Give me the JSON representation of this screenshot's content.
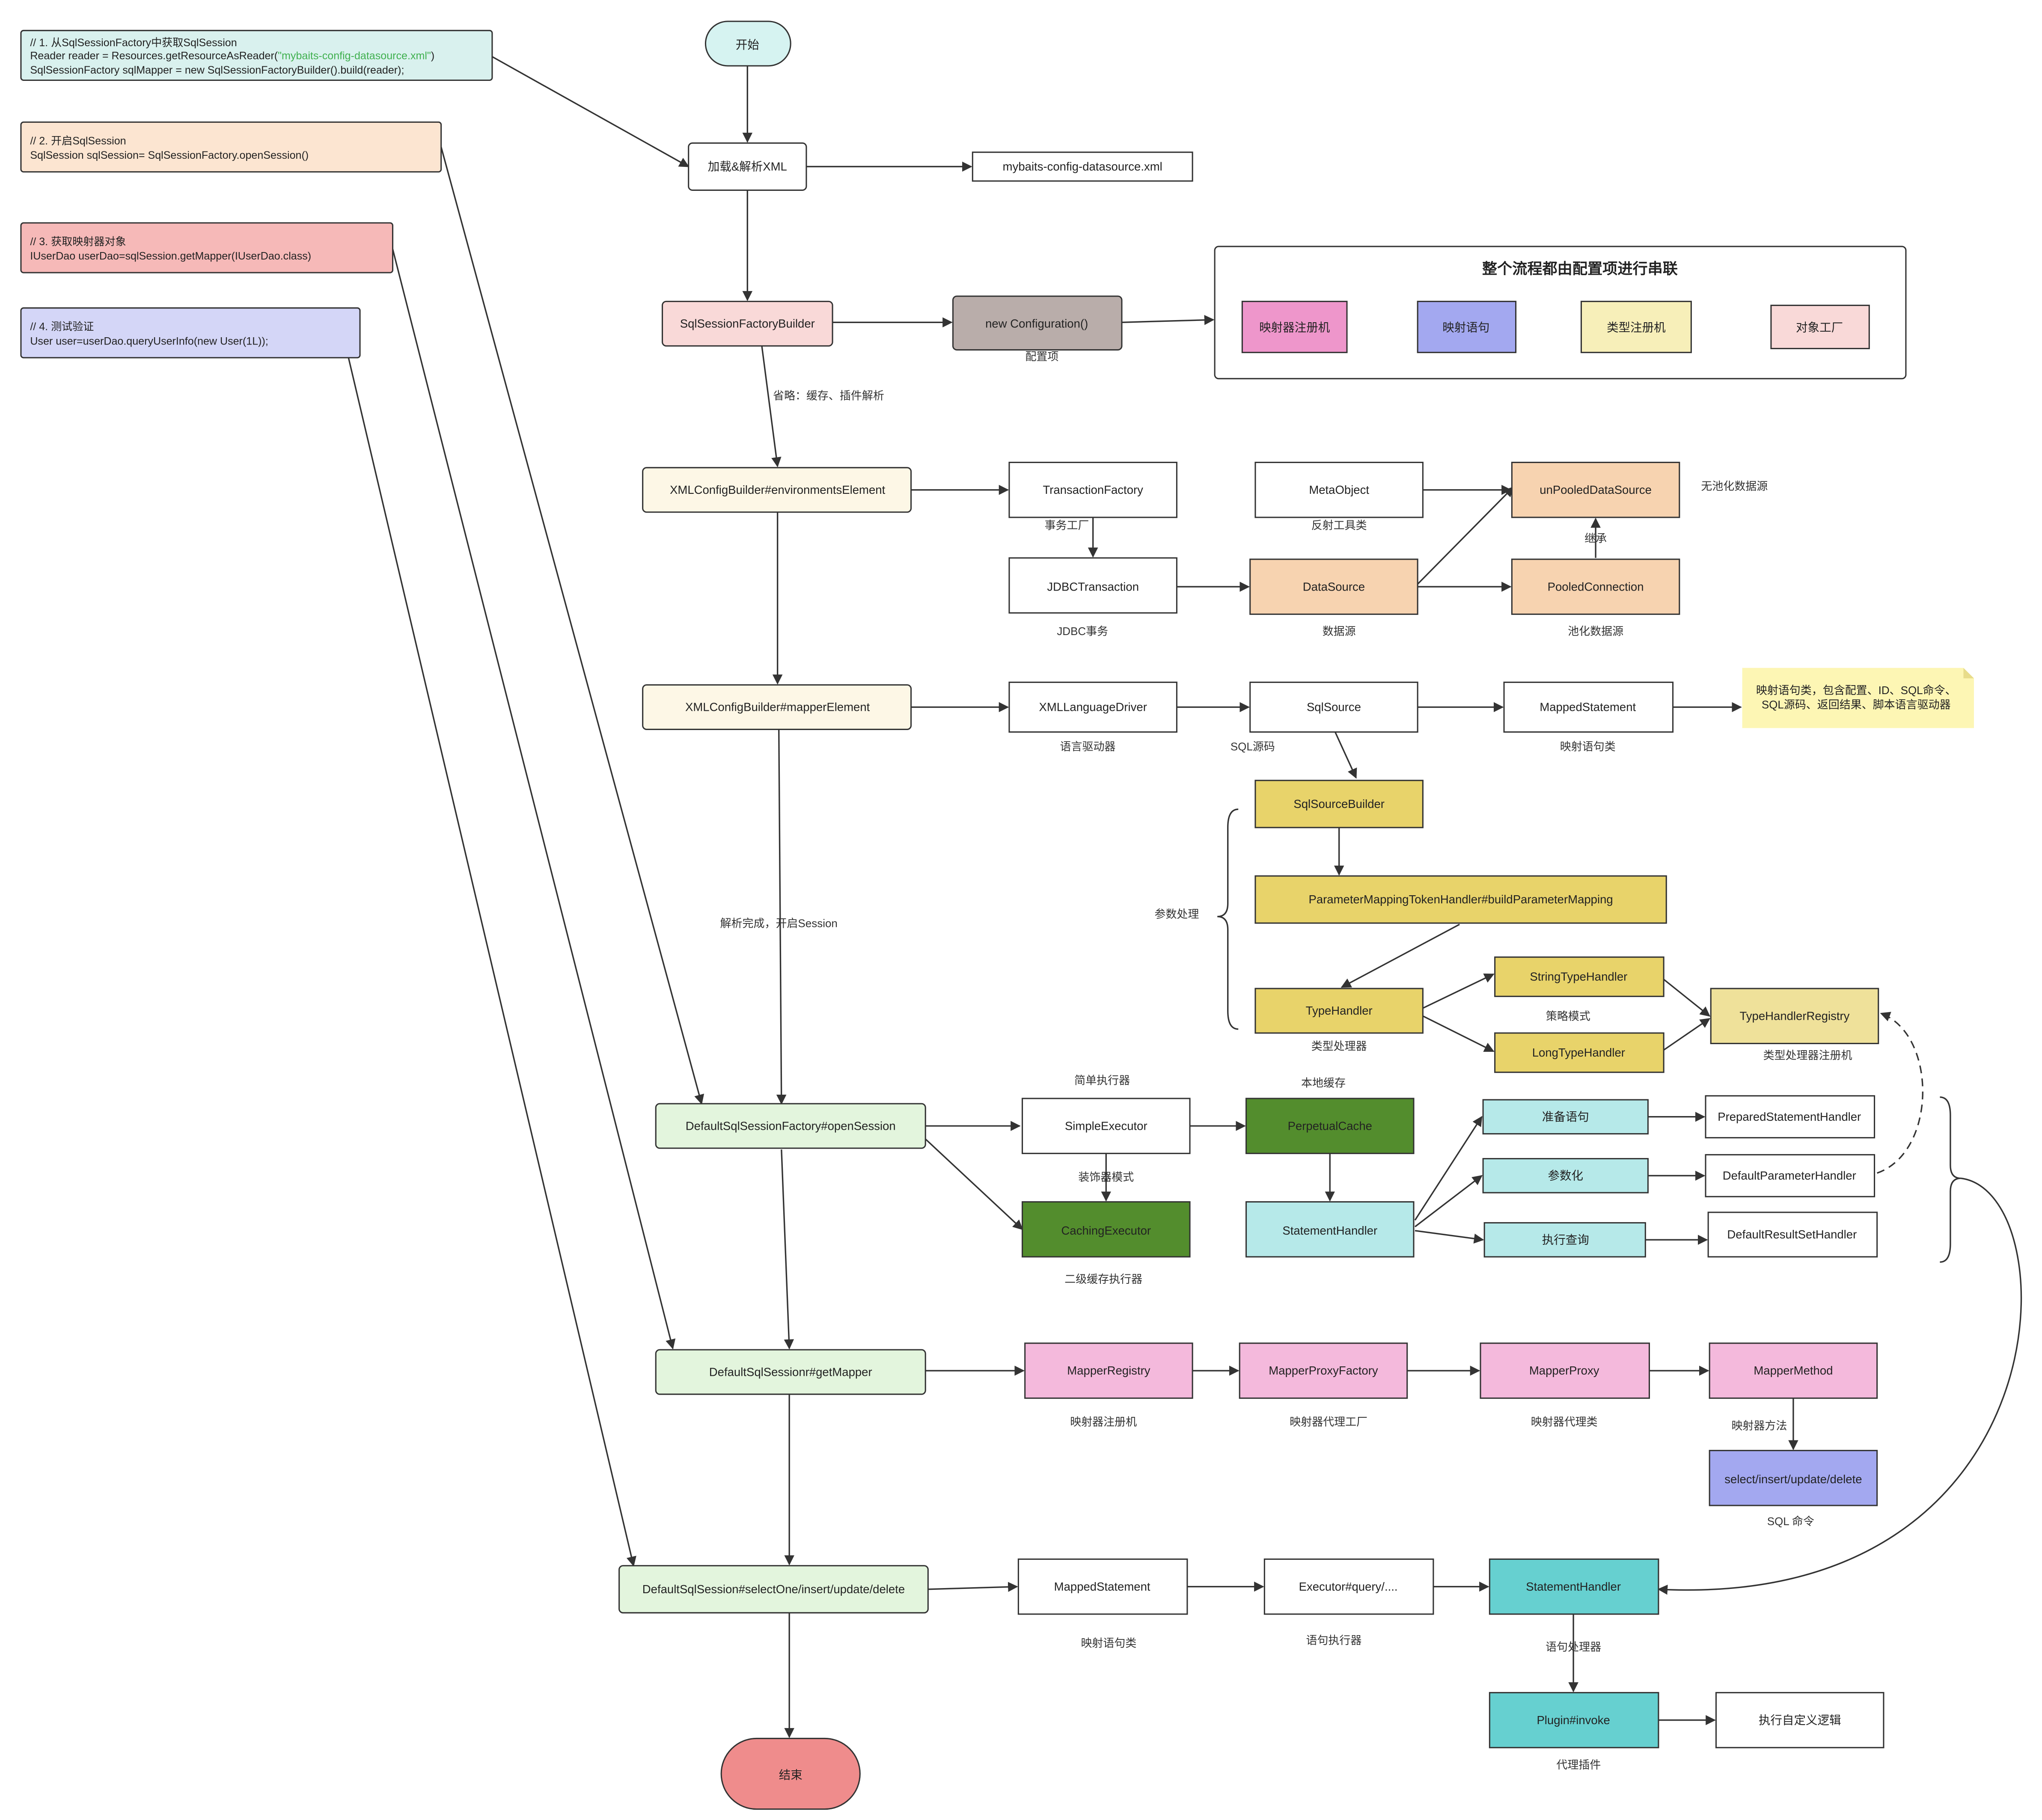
{
  "colors": {
    "line": "#333333",
    "box_border": "#333333",
    "note_yellow": "#fdf6b4",
    "start_fill": "#d6f3f1",
    "end_fill": "#ef8c8c",
    "code1": "#d9f1ee",
    "code2": "#fce5d1",
    "code3": "#f6b9b8",
    "code4": "#d4d6f7",
    "cfg_pink": "#f9d9d8",
    "cfg_gray": "#b9adaa",
    "cream": "#fdf7e6",
    "peach": "#f7d3b0",
    "gold": "#e8d36a",
    "gold_light": "#efe19a",
    "green_light": "#e3f5dd",
    "dark_green": "#538d2d",
    "cyan_light": "#b6e9e9",
    "teal": "#66d0d0",
    "pink": "#f4b9dc",
    "mapper_pink": "#ee96cb",
    "lavender": "#a3a8f0",
    "pale_yellow": "#f7efb9",
    "green_text": "#40b04f"
  },
  "code_blocks": [
    {
      "lines": [
        "// 1. 从SqlSessionFactory中获取SqlSession",
        "Reader reader = Resources.getResourceAsReader(",
        "\"mybaits-config-datasource.xml\"",
        ")",
        "SqlSessionFactory sqlMapper = new SqlSessionFactoryBuilder().build(reader);"
      ]
    },
    {
      "lines": [
        "// 2. 开启SqlSession",
        "SqlSession sqlSession= SqlSessionFactory.openSession()"
      ]
    },
    {
      "lines": [
        "// 3. 获取映射器对象",
        "IUserDao userDao=sqlSession.getMapper(IUserDao.class)"
      ]
    },
    {
      "lines": [
        "// 4. 测试验证",
        "User user=userDao.queryUserInfo(new User(1L));"
      ]
    }
  ],
  "flow": {
    "start": "开始",
    "load_xml": "加载&解析XML",
    "config_file": "mybaits-config-datasource.xml",
    "factory_builder": "SqlSessionFactoryBuilder",
    "new_config": "new Configuration()",
    "config_label": "配置项",
    "omit_label": "省略：缓存、插件解析",
    "env_element": "XMLConfigBuilder#environmentsElement",
    "mapper_element": "XMLConfigBuilder#mapperElement",
    "parse_done": "解析完成，开启Session",
    "open_session": "DefaultSqlSessionFactory#openSession",
    "get_mapper": "DefaultSqlSessionr#getMapper",
    "select_one": "DefaultSqlSession#selectOne/insert/update/delete",
    "end": "结束"
  },
  "config_panel": {
    "title": "整个流程都由配置项进行串联",
    "items": [
      "映射器注册机",
      "映射语句",
      "类型注册机",
      "对象工厂"
    ]
  },
  "env": {
    "transaction_factory": "TransactionFactory",
    "transaction_factory_label": "事务工厂",
    "jdbc_transaction": "JDBCTransaction",
    "jdbc_transaction_label": "JDBC事务",
    "meta_object": "MetaObject",
    "meta_object_label": "反射工具类",
    "datasource": "DataSource",
    "datasource_label": "数据源",
    "unpooled": "unPooledDataSource",
    "unpooled_label": "无池化数据源",
    "pooled": "PooledConnection",
    "pooled_label": "池化数据源",
    "inherit_label": "继承"
  },
  "mapper": {
    "language_driver": "XMLLanguageDriver",
    "language_driver_label": "语言驱动器",
    "sql_source": "SqlSource",
    "sql_source_label": "SQL源码",
    "mapped_statement": "MappedStatement",
    "mapped_statement_label": "映射语句类",
    "note": [
      "映射语句类，包含配置、ID、SQL命令、",
      "SQL源码、返回结果、脚本语言驱动器"
    ],
    "sql_source_builder": "SqlSourceBuilder",
    "param_mapping": "ParameterMappingTokenHandler#buildParameterMapping",
    "param_label": "参数处理",
    "type_handler": "TypeHandler",
    "type_handler_label": "类型处理器",
    "string_handler": "StringTypeHandler",
    "long_handler": "LongTypeHandler",
    "strategy_label": "策略模式",
    "registry": "TypeHandlerRegistry",
    "registry_label": "类型处理器注册机"
  },
  "session": {
    "simple_executor_label": "简单执行器",
    "simple_executor": "SimpleExecutor",
    "decorator_label": "装饰器模式",
    "caching_executor": "CachingExecutor",
    "caching_executor_label": "二级缓存执行器",
    "local_cache_label": "本地缓存",
    "perpetual_cache": "PerpetualCache",
    "statement_handler": "StatementHandler",
    "prepare": "准备语句",
    "parameterize": "参数化",
    "query": "执行查询",
    "prepared_handler": "PreparedStatementHandler",
    "param_handler": "DefaultParameterHandler",
    "result_handler": "DefaultResultSetHandler"
  },
  "getmapper": {
    "registry": "MapperRegistry",
    "registry_label": "映射器注册机",
    "proxy_factory": "MapperProxyFactory",
    "proxy_factory_label": "映射器代理工厂",
    "proxy": "MapperProxy",
    "proxy_label": "映射器代理类",
    "method": "MapperMethod",
    "method_label": "映射器方法",
    "command": "select/insert/update/delete",
    "command_label": "SQL 命令"
  },
  "exec": {
    "mapped_statement": "MappedStatement",
    "mapped_statement_label": "映射语句类",
    "executor_query": "Executor#query/....",
    "executor_label": "语句执行器",
    "statement_handler": "StatementHandler",
    "statement_handler_label": "语句处理器",
    "plugin": "Plugin#invoke",
    "plugin_label": "代理插件",
    "custom_logic": "执行自定义逻辑"
  }
}
